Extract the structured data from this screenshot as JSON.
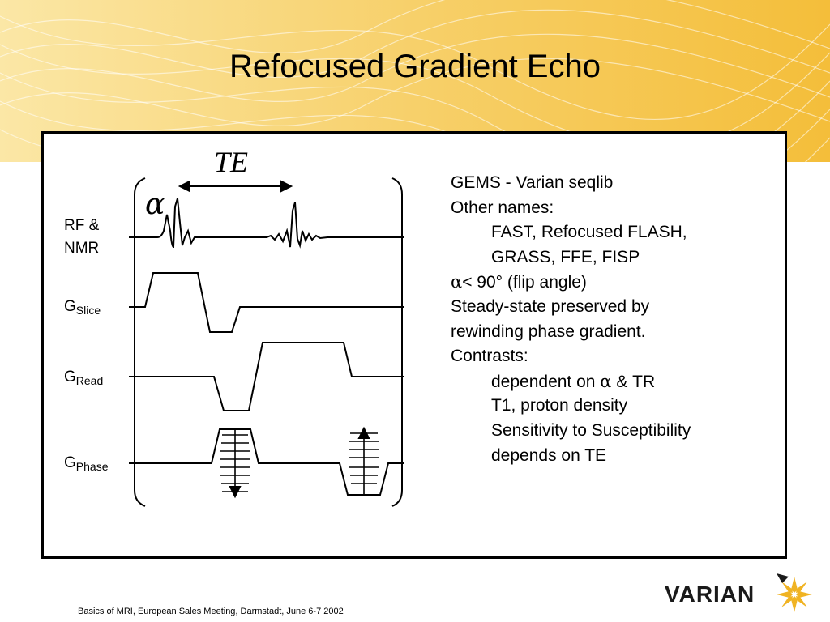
{
  "slide": {
    "title": "Refocused Gradient Echo",
    "footer": "Basics of MRI, European Sales Meeting, Darmstadt, June 6-7 2002",
    "logo_text": "VARIAN",
    "colors": {
      "background_wave": "#f5c23c",
      "logo_star": "#f0b323",
      "text": "#000000"
    }
  },
  "diagram": {
    "te_label": "TE",
    "alpha_label": "α",
    "row_labels": {
      "rf_line1": "RF &",
      "rf_line2": "NMR",
      "g": "G",
      "slice_sub": "Slice",
      "read_sub": "Read",
      "phase_sub": "Phase"
    }
  },
  "notes": {
    "line1": "GEMS - Varian seqlib",
    "line2": "Other names:",
    "line3": "FAST, Refocused FLASH,",
    "line4": "GRASS, FFE, FISP",
    "line5_symbol": "α",
    "line5_rest": "< 90° (flip angle)",
    "line6": "Steady-state preserved by",
    "line7": "rewinding phase gradient.",
    "line8": "Contrasts:",
    "line9_pre": "dependent on ",
    "line9_symbol": "α",
    "line9_post": " & TR",
    "line10": "T1, proton density",
    "line11": "Sensitivity to Susceptibility",
    "line12": "depends on TE"
  }
}
